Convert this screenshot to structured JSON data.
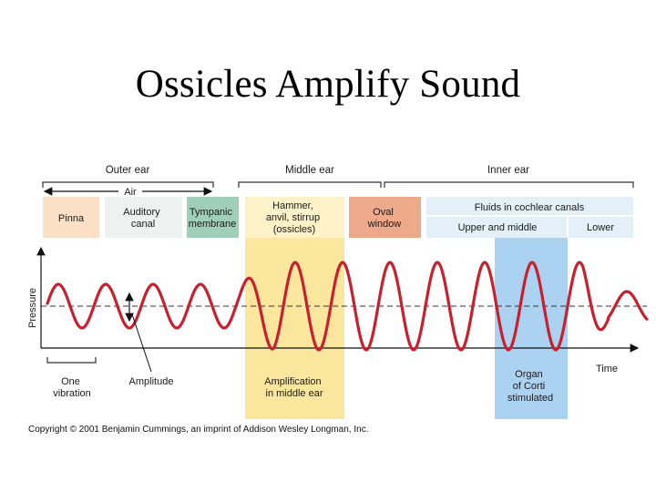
{
  "title": "Ossicles Amplify Sound",
  "sections": {
    "outer_ear": "Outer ear",
    "middle_ear": "Middle ear",
    "inner_ear": "Inner ear",
    "air": "Air"
  },
  "boxes": {
    "pinna": "Pinna",
    "auditory_canal": [
      "Auditory",
      "canal"
    ],
    "tympanic_membrane": [
      "Tympanic",
      "membrane"
    ],
    "ossicles": [
      "Hammer,",
      "anvil, stirrup",
      "(ossicles)"
    ],
    "oval_window": [
      "Oval",
      "window"
    ],
    "fluids": "Fluids in cochlear canals",
    "upper_middle": "Upper and middle",
    "lower": "Lower"
  },
  "axes": {
    "ylabel": "Pressure",
    "xlabel": "Time"
  },
  "annotations": {
    "one_vibration": [
      "One",
      "vibration"
    ],
    "amplitude": "Amplitude",
    "amplification": [
      "Amplification",
      "in middle ear"
    ],
    "organ_of_corti": [
      "Organ",
      "of Corti",
      "stimulated"
    ]
  },
  "copyright": "Copyright © 2001 Benjamin Cummings, an imprint of Addison Wesley Longman, Inc.",
  "colors": {
    "pinna": "#fbe0c6",
    "auditory_canal": "#edf1ef",
    "tympanic_membrane": "#9fcfb6",
    "ossicles_box": "#fdf1c8",
    "middle_band": "#fbe69e",
    "oval_window": "#eea98a",
    "fluids_box": "#e4f0f7",
    "corti_band": "#acd2f2",
    "wave": "#c8202e"
  }
}
